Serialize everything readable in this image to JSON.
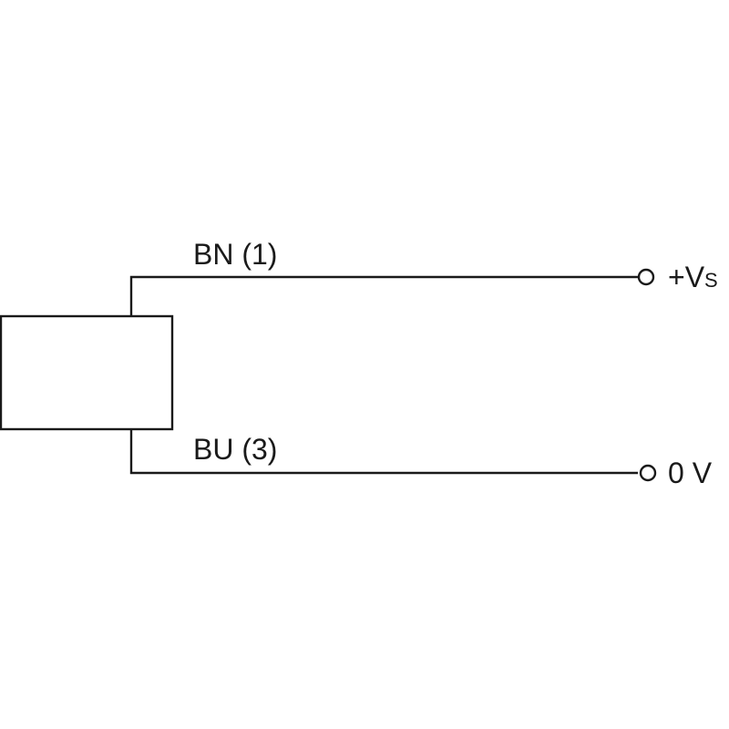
{
  "wires": {
    "top": {
      "label": "BN (1)",
      "terminal_label": "+V",
      "terminal_subscript": "S"
    },
    "bottom": {
      "label": "BU (3)",
      "terminal_label": "0 V"
    }
  },
  "colors": {
    "line": "#1a1a1a",
    "background": "#ffffff"
  }
}
